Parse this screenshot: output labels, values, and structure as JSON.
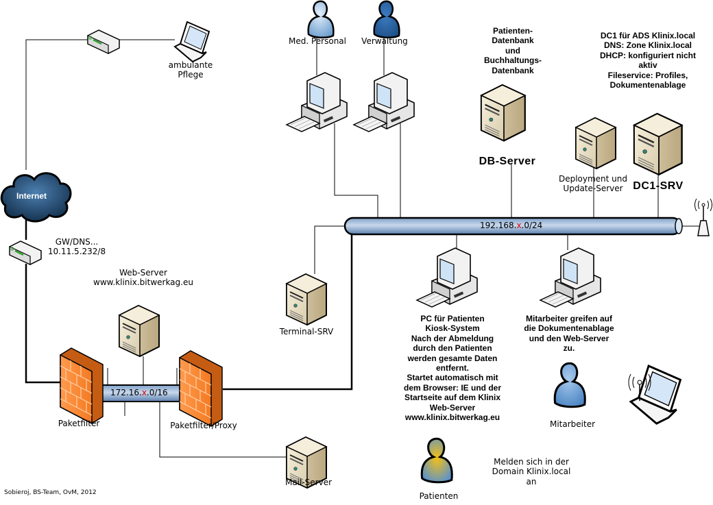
{
  "diagram": {
    "networks": {
      "lan": {
        "prefix": "192.168.",
        "var": "x",
        "suffix": ".0/24"
      },
      "dmz": {
        "prefix": "172.16.",
        "var": "x",
        "suffix": ".0/16"
      }
    },
    "internet": {
      "label": "Internet"
    },
    "gateway": {
      "label": "GW/DNS...\n10.11.5.232/8"
    },
    "remote": {
      "label": "ambulante\nPflege"
    },
    "firewalls": {
      "outer": {
        "label": "Paketfilter"
      },
      "inner": {
        "label": "Paketfilter/Proxy"
      }
    },
    "web_server": {
      "label": "Web-Server\nwww.klinix.bitwerkag.eu"
    },
    "mail_server": {
      "label": "Mail-Server"
    },
    "terminal_server": {
      "label": "Terminal-SRV"
    },
    "users": {
      "med_personal": {
        "label": "Med. Personal"
      },
      "verwaltung": {
        "label": "Verwaltung"
      },
      "mitarbeiter": {
        "label": "Mitarbeiter"
      },
      "patienten": {
        "label": "Patienten"
      }
    },
    "db_server": {
      "name": "DB-Server",
      "description": "Patienten-\nDatenbank\nund\nBuchhaltungs-\nDatenbank"
    },
    "deploy_server": {
      "label": "Deployment und\nUpdate-Server"
    },
    "dc1": {
      "name": "DC1-SRV",
      "description": "DC1 für ADS Klinix.local\nDNS: Zone Klinix.local\nDHCP: konfiguriert nicht\naktiv\nFileservice: Profiles,\nDokumentenablage"
    },
    "kiosk_pc": {
      "description": "PC für Patienten\nKiosk-System\nNach der Abmeldung\ndurch den Patienten\nwerden gesamte Daten\nentfernt.\nStartet automatisch mit\ndem Browser: IE und der\nStartseite auf dem Klinix\nWeb-Server\nwww.klinix.bitwerkag.eu"
    },
    "employee_pc": {
      "description": "Mitarbeiter greifen auf\ndie Dokumentenablage\nund den Web-Server\nzu."
    },
    "domain_note": {
      "label": "Melden sich in der\nDomain Klinix.local\nan"
    },
    "credit": {
      "label": "Sobieroj, BS-Team, OvM, 2012"
    }
  }
}
